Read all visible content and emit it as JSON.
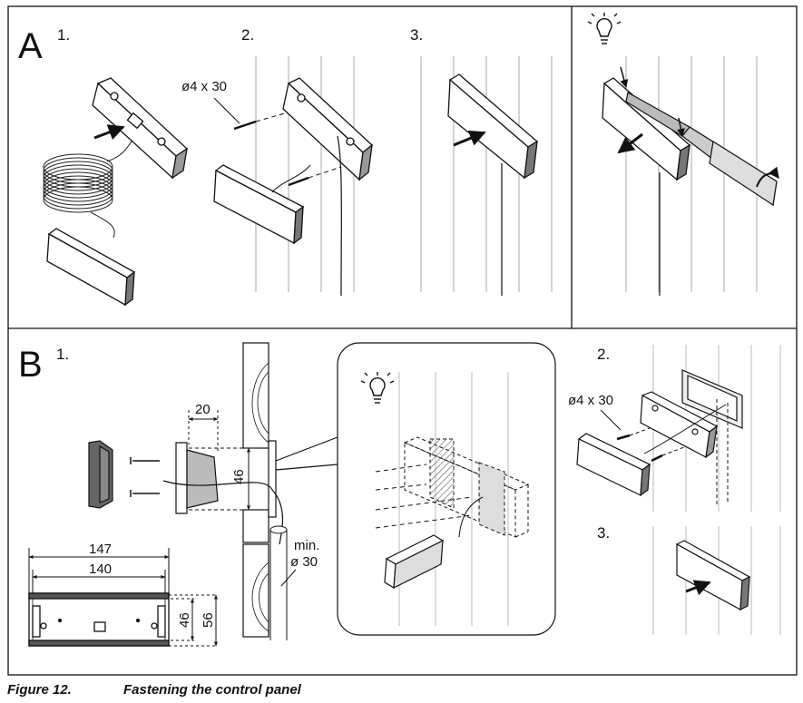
{
  "figure": {
    "number": "Figure 12.",
    "title": "Fastening the control panel"
  },
  "section_a": {
    "letter": "A",
    "steps": [
      "1.",
      "2.",
      "3."
    ],
    "screw_label": "ø4 x 30",
    "tip_icon": "lightbulb-icon"
  },
  "section_b": {
    "letter": "B",
    "step_1": "1.",
    "step_2": "2.",
    "step_3": "3.",
    "depth_dim": "20",
    "height_dim": "46",
    "conduit_label_1": "min.",
    "conduit_label_2": "ø 30",
    "width_outer": "147",
    "width_inner": "140",
    "height_inner": "46",
    "height_outer": "56",
    "screw_label": "ø4 x 30",
    "tip_icon": "lightbulb-icon"
  }
}
